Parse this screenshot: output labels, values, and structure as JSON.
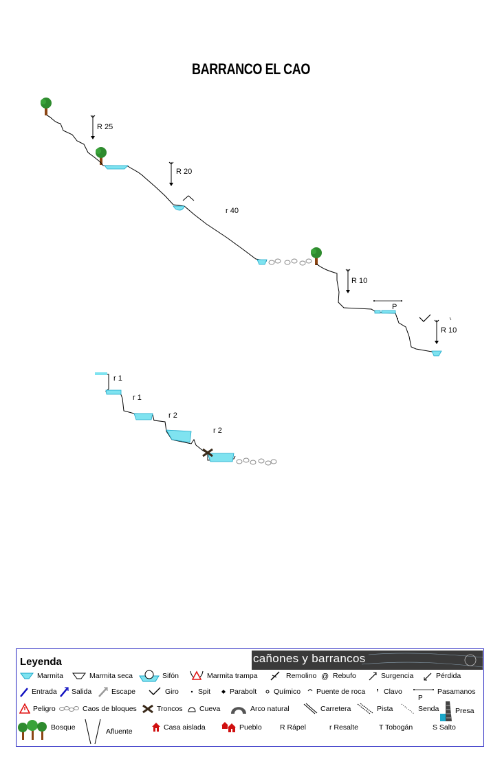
{
  "title": "BARRANCO EL CAO",
  "profile": {
    "labels": {
      "r25": "R 25",
      "r20": "R 20",
      "r40": "r 40",
      "r10a": "R 10",
      "p": "P",
      "r10b": "R 10",
      "r1a": "r 1",
      "r1b": "r 1",
      "r2a": "r 2",
      "r2b": "r 2"
    }
  },
  "legend": {
    "title": "Leyenda",
    "banner": "cañones y barrancos",
    "items": {
      "marmita": "Marmita",
      "marmita_seca": "Marmita seca",
      "sifon": "Sifón",
      "marmita_trampa": "Marmita trampa",
      "remolino": "Remolino",
      "rebufo": "Rebufo",
      "surgencia": "Surgencia",
      "perdida": "Pérdida",
      "entrada": "Entrada",
      "salida": "Salida",
      "escape": "Escape",
      "giro": "Giro",
      "spit": "Spit",
      "parabolt": "Parabolt",
      "quimico": "Químico",
      "puente_roca": "Puente de roca",
      "clavo": "Clavo",
      "pasamanos": "Pasamanos",
      "pasamanos_p": "P",
      "peligro": "Peligro",
      "caos_bloques": "Caos de bloques",
      "troncos": "Troncos",
      "cueva": "Cueva",
      "arco_natural": "Arco natural",
      "carretera": "Carretera",
      "pista": "Pista",
      "senda": "Senda",
      "presa": "Presa",
      "bosque": "Bosque",
      "afluente": "Afluente",
      "casa_aislada": "Casa aislada",
      "pueblo": "Pueblo",
      "r_rapel": "R Rápel",
      "r_resalte": "r Resalte",
      "t_tobogan": "T Tobogán",
      "s_salto": "S Salto"
    }
  },
  "colors": {
    "water": "#7fe3f0",
    "water_dark": "#1aa7c9",
    "tree_foliage": "#2e8b2e",
    "tree_trunk": "#8b4513",
    "legend_border": "#2020c0",
    "banner_bg": "#3a3a3a",
    "danger": "#e01010",
    "house": "#d01010"
  }
}
